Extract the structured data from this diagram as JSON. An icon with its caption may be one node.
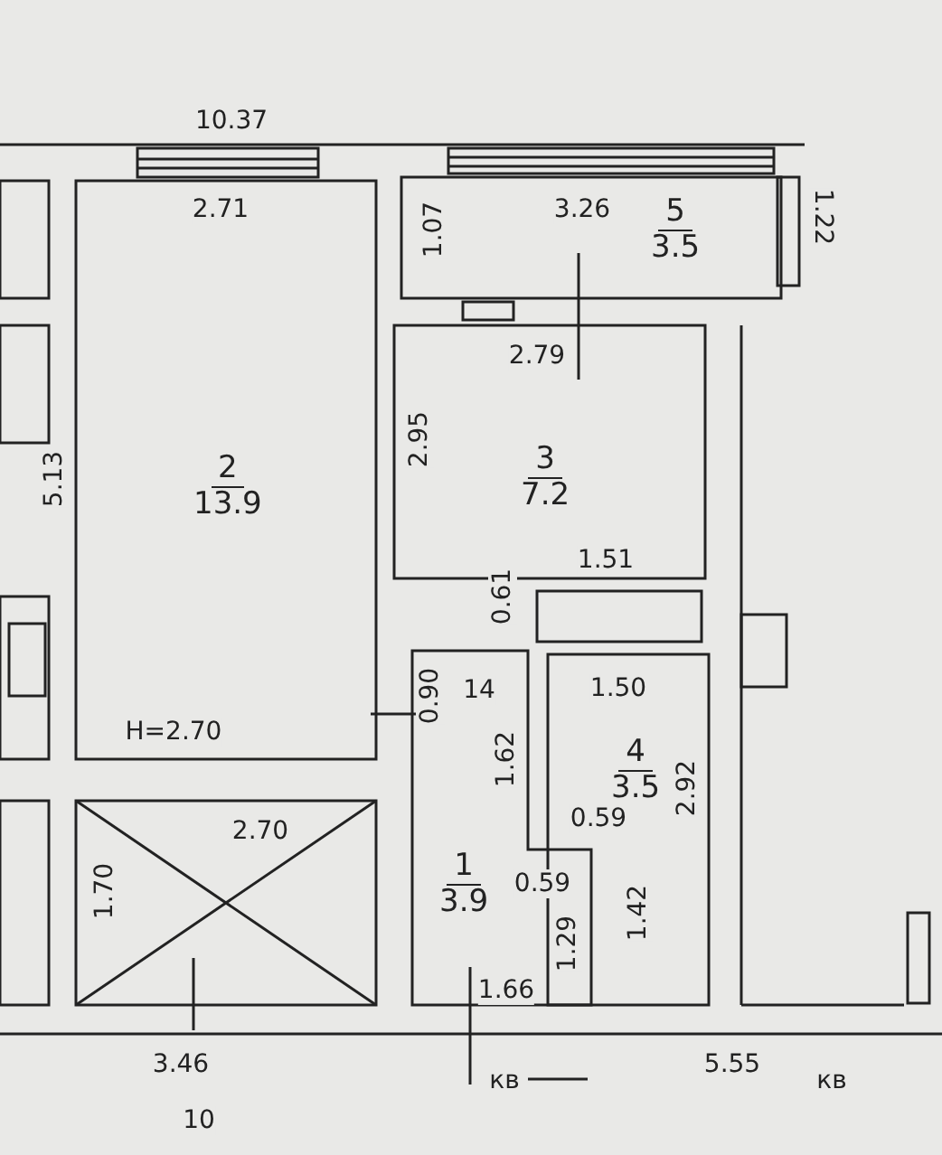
{
  "diagram": {
    "nodes": [
      {
        "text": [
          "2",
          "13.9"
        ]
      },
      {
        "text": [
          "5",
          "3.5"
        ]
      },
      {
        "text": [
          "3",
          "7.2"
        ]
      },
      {
        "text": [
          "4",
          "3.5"
        ]
      },
      {
        "text": [
          "1",
          "3.9"
        ]
      }
    ],
    "labels": [
      "10.37",
      "2.71",
      "1.07",
      "3.26",
      "1.22",
      "2.79",
      "5.13",
      "2.95",
      "0.61",
      "1.51",
      "H=2.70",
      "0.90",
      "14",
      "1.50",
      "1.62",
      "2.92",
      "0.59",
      "2.70",
      "1.70",
      "0.59",
      "1.29",
      "1.42",
      "1.66",
      "3.46",
      "5.55",
      "кв",
      "кв",
      "10"
    ]
  }
}
